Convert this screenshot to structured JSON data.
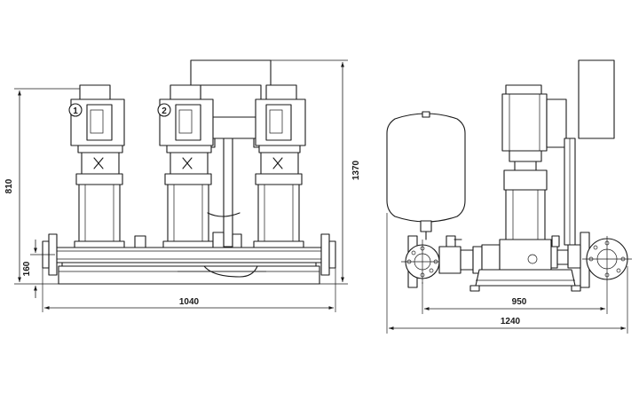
{
  "front_view": {
    "pump_numbers": [
      "1",
      "2"
    ],
    "dimensions": {
      "width": "1040",
      "height": "810",
      "inlet_height": "160"
    }
  },
  "side_view": {
    "dimensions": {
      "total_height": "1370",
      "base_width": "950",
      "total_width": "1240"
    }
  }
}
